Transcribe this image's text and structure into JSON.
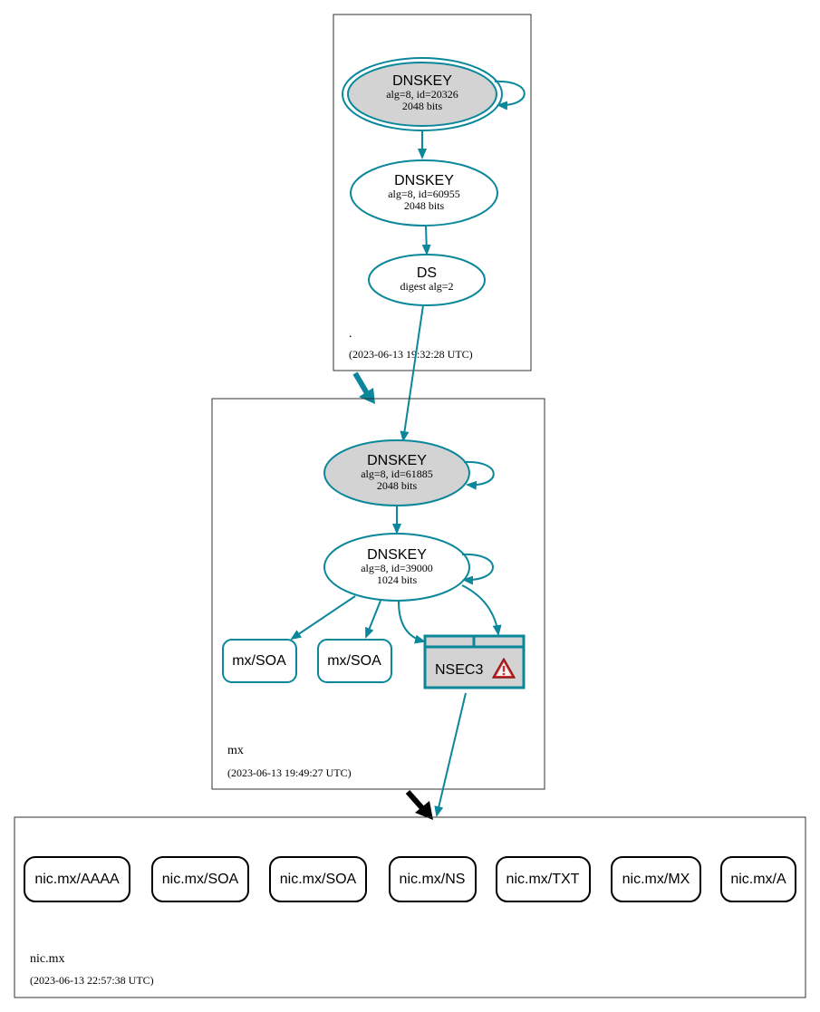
{
  "colors": {
    "edge": "#0a879a",
    "node_fill": "#d3d3d3",
    "warning_fill": "#d42c2c",
    "zone_border": "#333333",
    "text": "#000000"
  },
  "zones": {
    "root": {
      "name": ".",
      "timestamp": "(2023-06-13 19:32:28 UTC)"
    },
    "mx": {
      "name": "mx",
      "timestamp": "(2023-06-13 19:49:27 UTC)"
    },
    "nicmx": {
      "name": "nic.mx",
      "timestamp": "(2023-06-13 22:57:38 UTC)"
    }
  },
  "nodes": {
    "root_ksk": {
      "title": "DNSKEY",
      "line1": "alg=8, id=20326",
      "line2": "2048 bits"
    },
    "root_zsk": {
      "title": "DNSKEY",
      "line1": "alg=8, id=60955",
      "line2": "2048 bits"
    },
    "root_ds": {
      "title": "DS",
      "line1": "digest alg=2"
    },
    "mx_ksk": {
      "title": "DNSKEY",
      "line1": "alg=8, id=61885",
      "line2": "2048 bits"
    },
    "mx_zsk": {
      "title": "DNSKEY",
      "line1": "alg=8, id=39000",
      "line2": "1024 bits"
    },
    "mx_soa_1": {
      "label": "mx/SOA"
    },
    "mx_soa_2": {
      "label": "mx/SOA"
    },
    "mx_nsec3": {
      "label": "NSEC3",
      "icon": "warning-icon"
    }
  },
  "records": {
    "nicmx": [
      "nic.mx/AAAA",
      "nic.mx/SOA",
      "nic.mx/SOA",
      "nic.mx/NS",
      "nic.mx/TXT",
      "nic.mx/MX",
      "nic.mx/A"
    ]
  }
}
